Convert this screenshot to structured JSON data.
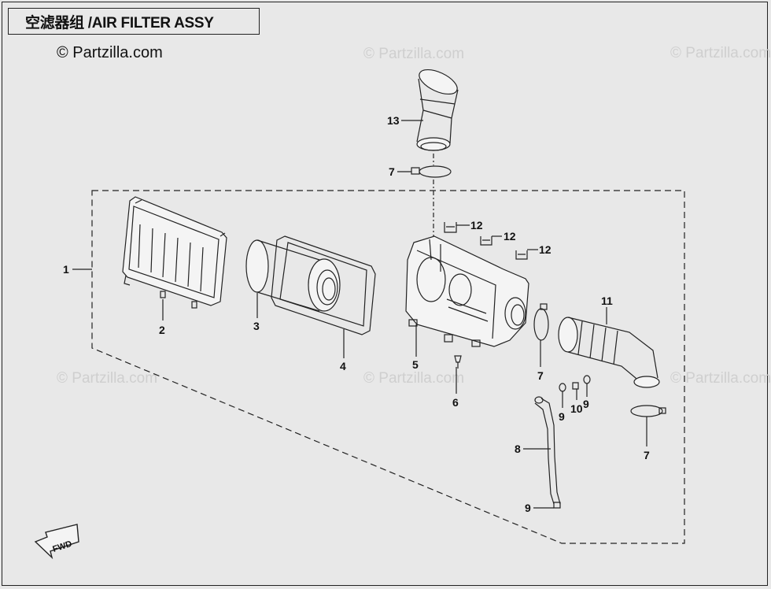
{
  "title": "空滤器组 /AIR FILTER ASSY",
  "copyright": "© Partzilla.com",
  "watermarks": [
    "© Partzilla.com",
    "© Partzilla.com",
    "© Partzilla.com",
    "© Partzilla.com",
    "© Partzilla.com"
  ],
  "callouts": {
    "c1": "1",
    "c2": "2",
    "c3": "3",
    "c4": "4",
    "c5": "5",
    "c6": "6",
    "c7a": "7",
    "c7b": "7",
    "c7c": "7",
    "c8": "8",
    "c9a": "9",
    "c9b": "9",
    "c9c": "9",
    "c10": "10",
    "c11": "11",
    "c12a": "12",
    "c12b": "12",
    "c12c": "12",
    "c13": "13"
  },
  "fwd": "FWD",
  "colors": {
    "background": "#e8e8e8",
    "line": "#222222",
    "watermark": "#cfcfcf"
  }
}
